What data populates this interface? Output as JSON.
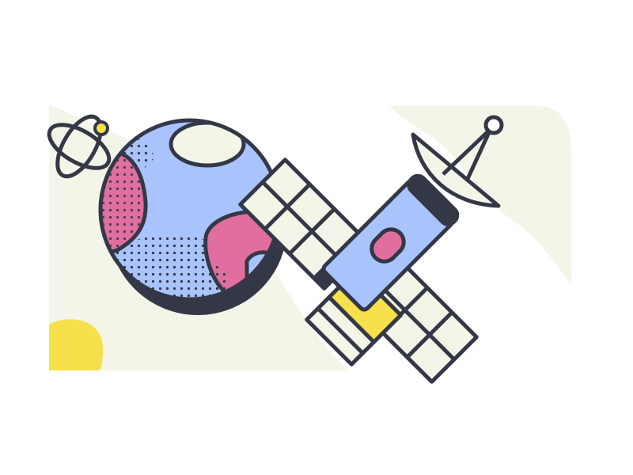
{
  "illustration": {
    "subject": "",
    "elements": [
      "atom-icon",
      "planet",
      "satellite",
      "satellite-dish",
      "solar-panel",
      "yellow-blob"
    ]
  },
  "colors": {
    "outline": "#343846",
    "background_shape": "#f2f5e8",
    "planet_blue": "#a9c3fd",
    "planet_pink": "#e06f9f",
    "accent_yellow": "#f6e04b",
    "cream": "#f3f5e8",
    "white": "#ffffff"
  }
}
